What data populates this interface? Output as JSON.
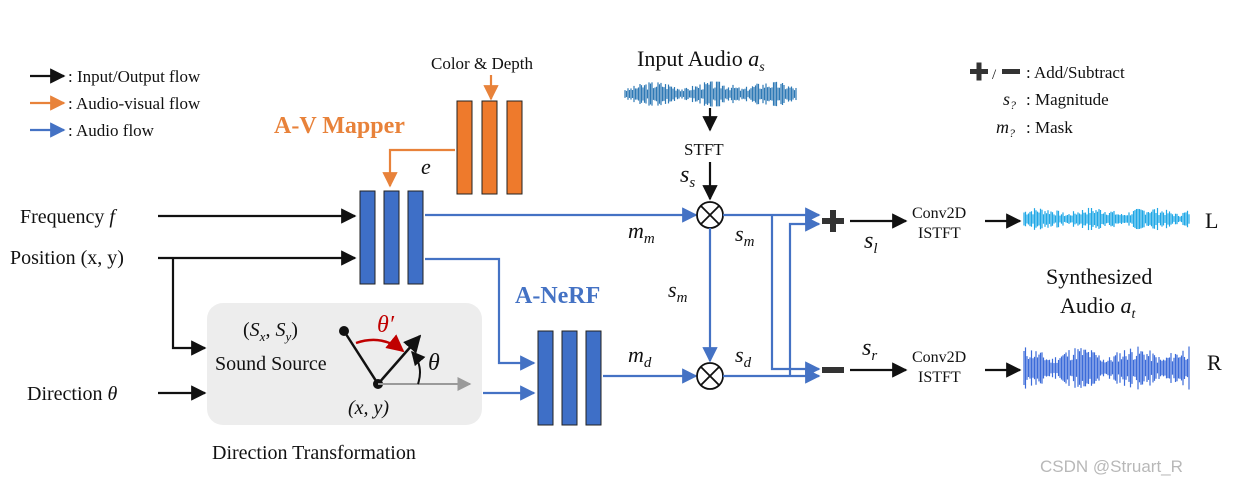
{
  "legend": {
    "io_flow": ": Input/Output flow",
    "av_flow": ": Audio-visual flow",
    "audio_flow": ": Audio flow",
    "add_sub_sep": "/",
    "add_sub": ": Add/Subtract",
    "magnitude_sym": "s",
    "magnitude_sub": "?",
    "magnitude": ": Magnitude",
    "mask_sym": "m",
    "mask_sub": "?",
    "mask": ": Mask"
  },
  "av_mapper": {
    "title": "A-V Mapper",
    "color_depth": "Color & Depth",
    "e": "e"
  },
  "anerf": {
    "title": "A-NeRF"
  },
  "inputs": {
    "frequency": "Frequency ",
    "frequency_sym": "f",
    "position": "Position (x, y)",
    "direction": "Direction ",
    "direction_sym": "θ"
  },
  "direction_box": {
    "source_coord": "(Sx, Sy)",
    "source_x_sub": "x",
    "source_y_sub": "y",
    "sound_source": "Sound Source",
    "theta_prime": "θ′",
    "theta": "θ",
    "xy": "(x, y)",
    "caption": "Direction Transformation"
  },
  "audio": {
    "input_label": "Input Audio ",
    "input_sym": "a",
    "input_sub": "s",
    "stft": "STFT",
    "ss_sym": "s",
    "ss_sub": "s",
    "mm_sym": "m",
    "mm_sub": "m",
    "sm_sym": "s",
    "sm_sub": "m",
    "md_sym": "m",
    "md_sub": "d",
    "sd_sym": "s",
    "sd_sub": "d",
    "sl_sym": "s",
    "sl_sub": "l",
    "sr_sym": "s",
    "sr_sub": "r",
    "conv_top": "Conv2D",
    "conv_bottom": "ISTFT",
    "left": "L",
    "right": "R",
    "synth_line1": "Synthesized",
    "synth_line2": "Audio ",
    "synth_sym": "a",
    "synth_sub": "t"
  },
  "watermark": "CSDN @Struart_R",
  "colors": {
    "black": "#111111",
    "orange": "#E8823A",
    "orange_block": "#EE7A2C",
    "blue": "#4472C4",
    "blue_block": "#3E6FC7",
    "red_arc": "#C00000",
    "wave_input": "#2E79B5",
    "wave_left": "#1FA7E6",
    "wave_right": "#3B6BD9",
    "dir_box": "#EDEDED"
  },
  "icons": [
    "plus-icon",
    "minus-icon",
    "multiply-node-icon",
    "arrow-icon"
  ]
}
